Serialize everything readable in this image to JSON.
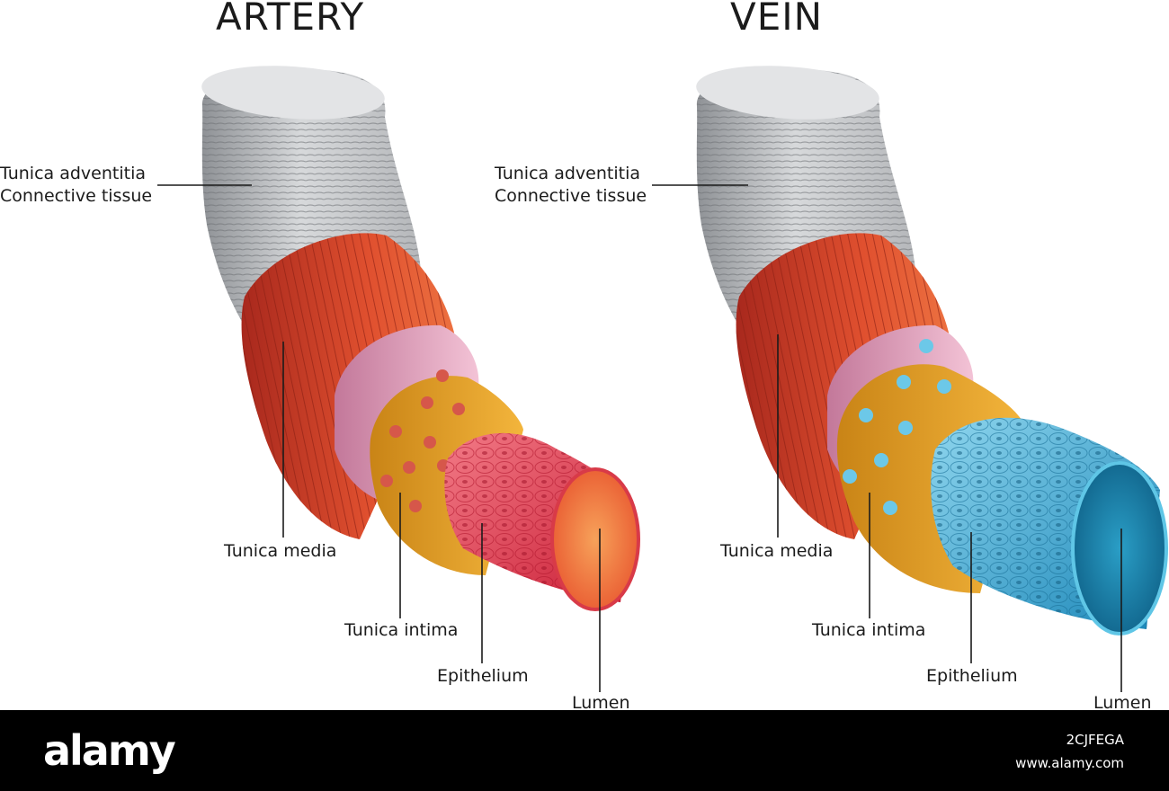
{
  "panels": {
    "artery": {
      "title": "ARTERY",
      "labels": {
        "adventitia_1": "Tunica adventitia",
        "adventitia_2": "Connective tissue",
        "media": "Tunica media",
        "intima": "Tunica intima",
        "epithelium": "Epithelium",
        "lumen": "Lumen"
      },
      "colors": {
        "adventitia": "#c9cbce",
        "media": "#d9462e",
        "intima": "#e9a92e",
        "elastic": "#e6a4c2",
        "epithelium": "#e83a4e",
        "lumen": "#f07848",
        "dots": "#d6574a"
      }
    },
    "vein": {
      "title": "VEIN",
      "labels": {
        "adventitia_1": "Tunica adventitia",
        "adventitia_2": "Connective tissue",
        "media": "Tunica media",
        "intima": "Tunica intima",
        "epithelium": "Epithelium",
        "lumen": "Lumen"
      },
      "colors": {
        "adventitia": "#c9cbce",
        "media": "#d9462e",
        "intima": "#e9a92e",
        "elastic": "#e6a4c2",
        "epithelium": "#2e9fc8",
        "lumen": "#1b7fa8",
        "dots": "#6cc8e8"
      }
    }
  },
  "footer": {
    "brand": "alamy",
    "image_id": "2CJFEGA",
    "site": "www.alamy.com"
  }
}
